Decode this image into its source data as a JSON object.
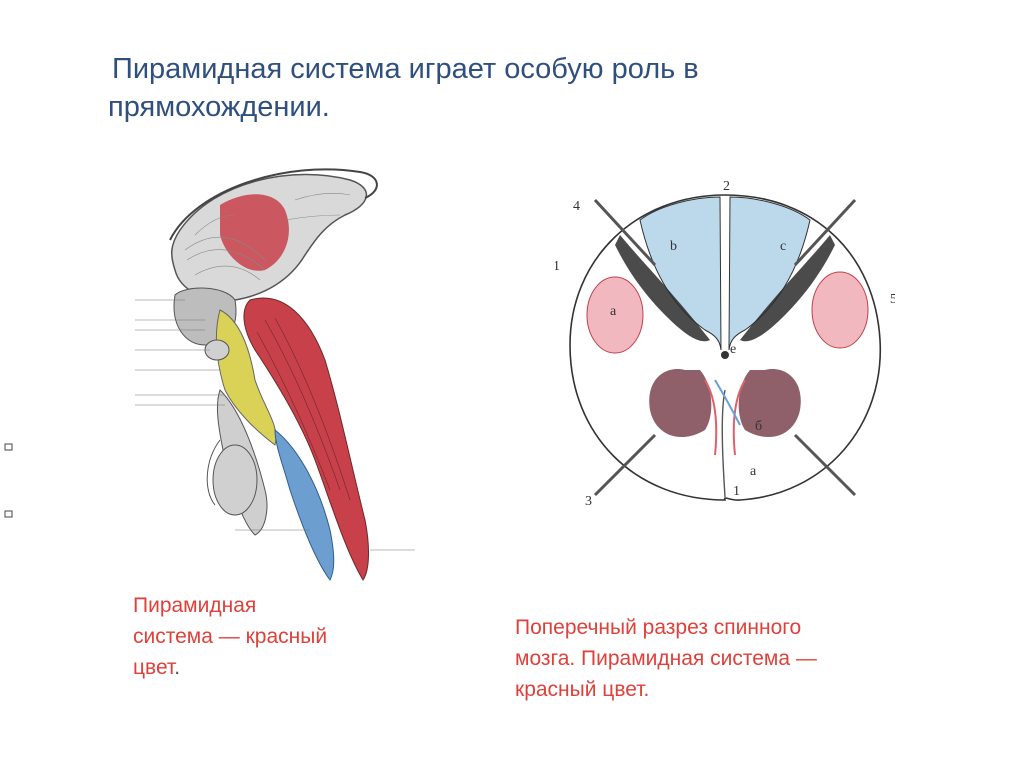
{
  "slide": {
    "title_line1": "Пирамидная система играет особую роль в",
    "title_line2": "прямохождении.",
    "left_caption": {
      "line1": "Пирамидная",
      "line2": "система — красный",
      "line3": "цвет",
      "line3_dot": "."
    },
    "right_caption": {
      "line1": "Поперечный разрез спинного",
      "line2": "мозга. Пирамидная система —",
      "line3": "красный цвет."
    }
  },
  "figure_labels": {
    "top": "2",
    "top_left": "4",
    "left_upper": "1",
    "left_lower": "3",
    "bottom": "1",
    "right": "5",
    "col_left": "b",
    "col_right": "c",
    "horn_left": "a",
    "horn_right": "e",
    "tract_right": "б",
    "tract_low": "a"
  },
  "colors": {
    "title": "#2f4f7f",
    "caption": "#e0403a",
    "pyramidal_red": "#c8404a",
    "yellow_tract": "#d9d257",
    "blue_tract": "#6d9ed0",
    "white_matter_blue": "#bcd9ec",
    "gray_matter": "#7b4450"
  }
}
